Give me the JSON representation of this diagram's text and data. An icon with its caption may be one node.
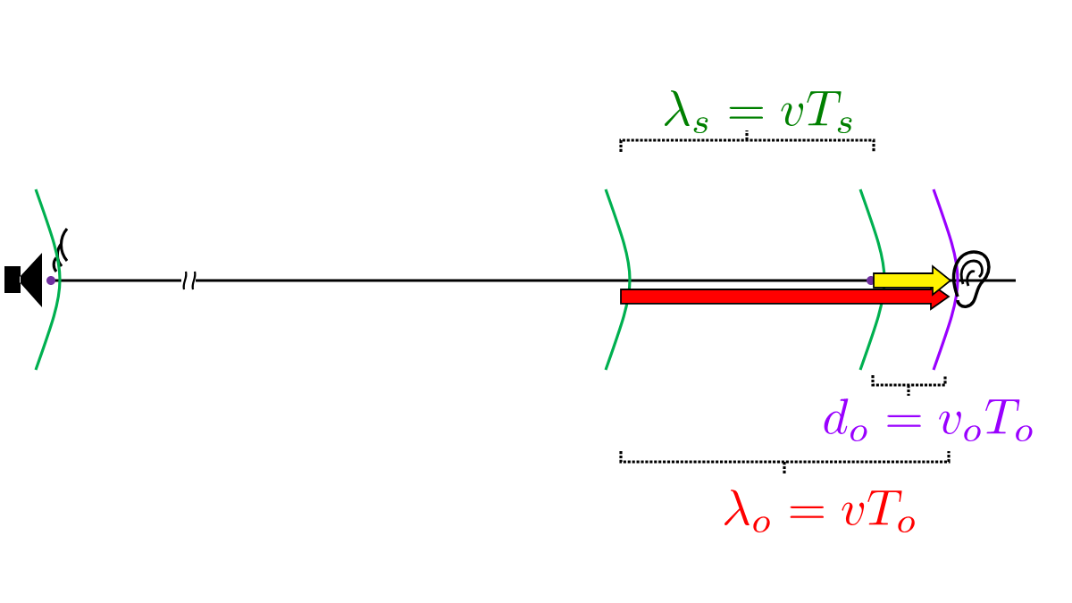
{
  "diagram": {
    "labels": [
      "\\lambda_s = vT_s",
      "d_o = v_oT_o",
      "\\lambda_o = vT_o"
    ]
  }
}
